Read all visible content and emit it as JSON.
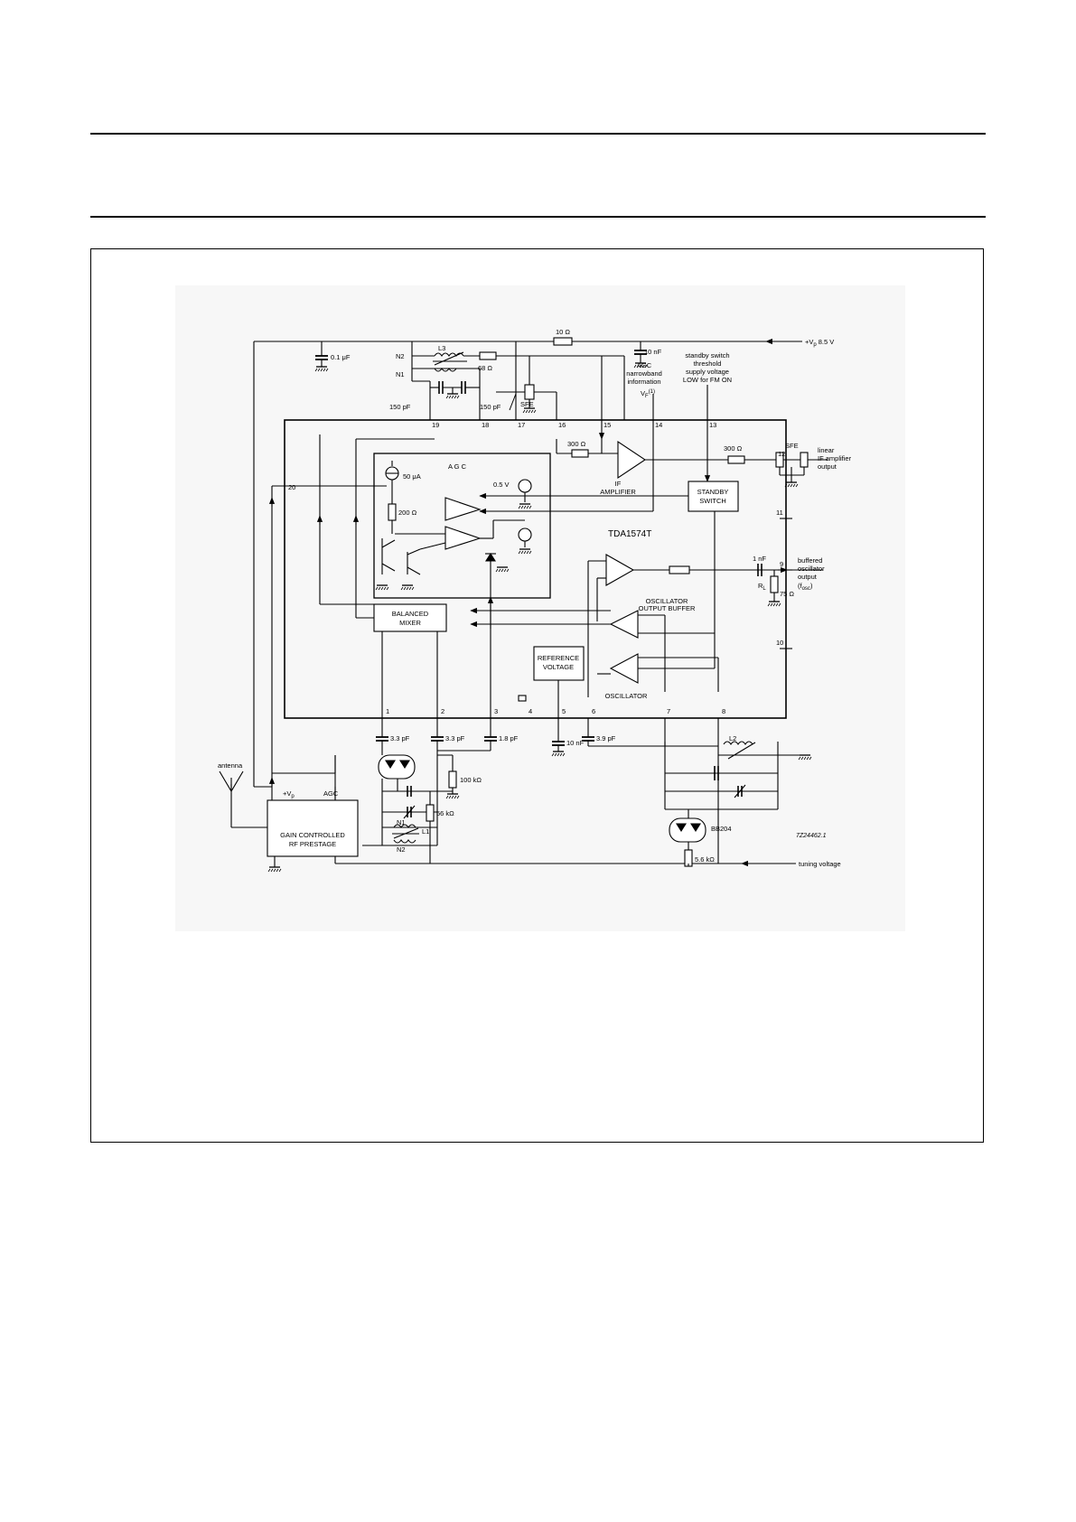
{
  "figure_code": "7Z24462.1",
  "ic_name": "TDA1574T",
  "supply": {
    "prefix": "+V",
    "sub": "p",
    "value": "8.5 V"
  },
  "blocks": {
    "agc": "A G C",
    "if_amp_1": "IF",
    "if_amp_2": "AMPLIFIER",
    "standby_1": "STANDBY",
    "standby_2": "SWITCH",
    "mixer_1": "BALANCED",
    "mixer_2": "MIXER",
    "ref_1": "REFERENCE",
    "ref_2": "VOLTAGE",
    "osc_buffer_1": "OSCILLATOR",
    "osc_buffer_2": "OUTPUT BUFFER",
    "oscillator": "OSCILLATOR",
    "rf_1": "GAIN CONTROLLED",
    "rf_2": "RF PRESTAGE",
    "rf_vp": "+V",
    "rf_vp_sub": "p",
    "rf_agc": "AGC"
  },
  "annotations": {
    "agc_nb_1": "AGC",
    "agc_nb_2": "narrowband",
    "agc_nb_3": "information",
    "vf": "V",
    "vf_sub": "F",
    "vf_note": "(1)",
    "standby_1": "standby switch",
    "standby_2": "threshold",
    "standby_3": "supply voltage",
    "standby_4": "LOW for FM ON",
    "if_out_1": "linear",
    "if_out_2": "IF amplifier",
    "if_out_3": "output",
    "osc_out_1": "buffered",
    "osc_out_2": "oscillator",
    "osc_out_3": "output",
    "osc_out_4": "(f",
    "osc_out_4_sub": "osc",
    "osc_out_4_end": ")",
    "antenna": "antenna",
    "tuning": "tuning voltage",
    "bb204": "BB204",
    "sfe_a": "SFE",
    "sfe_b": "SFE"
  },
  "components": {
    "r_10": "10 Ω",
    "c_01u": "0.1 μF",
    "c_10n_top": "10 nF",
    "l3": "L3",
    "n2_top": "N2",
    "n1_top": "N1",
    "r_68": "68 Ω",
    "c_150_left": "150 pF",
    "c_150_right": "150 pF",
    "r_300_in": "300 Ω",
    "r_300_out": "300 Ω",
    "i_50u": "50 μA",
    "v_05": "0.5 V",
    "r_200": "200 Ω",
    "c_1n": "1 nF",
    "rl": "R",
    "rl_sub": "L",
    "r_75": "75 Ω",
    "c_33_a": "3.3 pF",
    "c_33_b": "3.3 pF",
    "c_18": "1.8 pF",
    "c_10n_ref": "10 nF",
    "c_39": "3.9 pF",
    "l2": "L2",
    "r_100k": "100 kΩ",
    "r_56k": "56 kΩ",
    "n1_bot": "N1",
    "l1": "L1",
    "n2_bot": "N2",
    "r_56k_bot": "5.6 kΩ"
  },
  "pins": {
    "p1": "1",
    "p2": "2",
    "p3": "3",
    "p4": "4",
    "p5": "5",
    "p6": "6",
    "p7": "7",
    "p8": "8",
    "p9": "9",
    "p10": "10",
    "p11": "11",
    "p12": "12",
    "p13": "13",
    "p14": "14",
    "p15": "15",
    "p16": "16",
    "p17": "17",
    "p18": "18",
    "p19": "19",
    "p20": "20"
  }
}
